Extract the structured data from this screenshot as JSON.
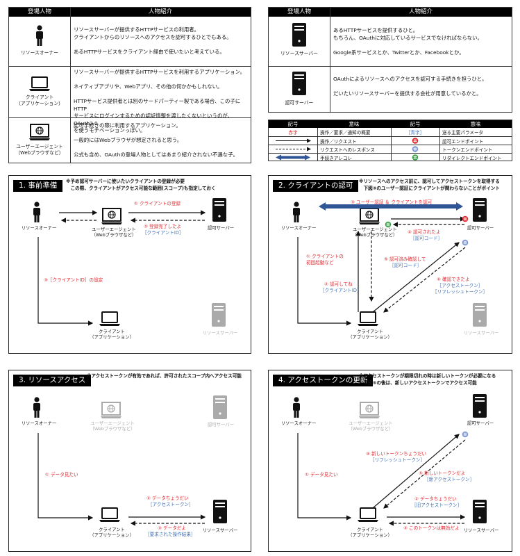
{
  "actors_table": {
    "col_actor": "登場人物",
    "col_intro": "人物紹介",
    "rows": [
      {
        "name": "リソースオーナー",
        "icon": "person-icon",
        "desc": "リソースサーバーが提供するHTTPサービスの利用者。\nクライアントからのリソースへのアクセスを認可するひとでもある。\n\nあるHTTPサービスをクライアント経由で使いたいと考えている。"
      },
      {
        "name": "クライアント\n（アプリケーション）",
        "icon": "laptop-icon",
        "desc": "リソースサーバーが提供するHTTPサービスを利用するアプリケーション。\n\nネイティブアプリや、Webアプリ、その他の何かかもしれない。\n\nHTTPサービス提供者とは別のサードパーティー製である場合、この子にHTTP\nサービスにログインするための認証情報を渡したくないというのが、OAuth2.0\nを使うモチベーションっぽい。"
      },
      {
        "name": "ユーザーエージェント\n（Webブラウザなど）",
        "icon": "browser-icon",
        "desc": "認可手続きの際に利用するアプリケーション。\n\n一般的にはWebブラウザが想定されると思う。\n\n公式も含め、OAuthの登場人物としてはあまり紹介されない不遇な子。"
      }
    ]
  },
  "servers_table": {
    "col_actor": "登場人物",
    "col_intro": "人物紹介",
    "rows": [
      {
        "name": "リソースサーバー",
        "icon": "server-icon",
        "desc": "あるHTTPサービスを提供するひと。\nもちろん、OAuthに対応しているサービスでなければならない。\n\nGoogle系サービスとか、Twitterとか、Facebookとか。"
      },
      {
        "name": "認可サーバー",
        "icon": "server-icon",
        "desc": "OAuthによるリソースへのアクセスを認可する手続きを担うひと。\n\nだいたいリソースサーバーを提供する会社が用意しているかと。"
      }
    ]
  },
  "legend": {
    "h_symbol": "記号",
    "h_meaning": "意味",
    "rows": [
      {
        "left_symbol": "赤字",
        "left_meaning": "操作／要求／通知の概要",
        "right_symbol": "［青字］",
        "right_meaning": "送る主要パラメータ"
      },
      {
        "left_symbol": "solid-arrow",
        "left_meaning": "操作／リクエスト",
        "right_symbol": "red-endpoint-icon",
        "right_meaning": "認可エンドポイント"
      },
      {
        "left_symbol": "dashed-arrow",
        "left_meaning": "リクエストへのレスポンス",
        "right_symbol": "blue-endpoint-icon",
        "right_meaning": "トークンエンドポイント"
      },
      {
        "left_symbol": "double-arrow",
        "left_meaning": "手続きアレコレ",
        "right_symbol": "green-endpoint-icon",
        "right_meaning": "リダイレクトエンドポイント"
      }
    ]
  },
  "labels": {
    "owner": "リソースオーナー",
    "ua": "ユーザーエージェント\n（Webブラウザなど）",
    "client": "クライアント\n（アプリケーション）",
    "auth_server": "認可サーバー",
    "resource_server": "リソースサーバー"
  },
  "panel1": {
    "title": "1. 事前準備",
    "note": "※予め認可サーバーに使いたいクライアントの登録が必要\n　この際、クライアントがアクセス可能な範囲(スコープ)も指定しておく",
    "s1": "① クライアントの登録",
    "s2": "② 登録完了したよ",
    "s2p": "［クライアントID］",
    "s3": "③［クライアントID］の設定"
  },
  "panel2": {
    "title": "2. クライアントの認可",
    "note": "※リソースへのアクセス前に、認可してアクセストークンを取得する\n　下図③のユーザー認証にクライアントが関わらないことがポイント",
    "s1": "① クライアントの\n初回起動など",
    "s2": "② 認可してね",
    "s2p": "［クライアントID］",
    "s3": "③ ユーザー認証 ＆ クライアントを認可",
    "s4": "④ 認可されたよ",
    "s4p": "［認可コード］",
    "s5": "⑤ 認可済み確認して",
    "s5p": "［認可コード］",
    "s6": "⑥ 確認できたよ",
    "s6p": "［アクセストークン］\n［リフレッシュトークン］"
  },
  "panel3": {
    "title": "3. リソースアクセス",
    "note": "※アクセストークンが有効であれば、許可されたスコープ内へアクセス可能",
    "s1": "① データ見たい",
    "s2": "② データちょうだい",
    "s2p": "［アクセストークン］",
    "s3": "③ データだよ",
    "s3p": "［要求された操作結果］"
  },
  "panel4": {
    "title": "4. アクセストークンの更新",
    "note": "※アクセストークンが期限切れの時は新しいトークンが必要になる\n　下図⑤の後は、新しいアクセストークンでアクセス可能",
    "s1": "① データ見たい",
    "s2": "② データちょうだい",
    "s2p": "［旧アクセストークン］",
    "s3": "③ このトークンは無効だよ",
    "s4": "④ 新しいトークンちょうだい",
    "s4p": "［リフレッシュトークン］",
    "s5": "⑤ 新しいトークンだよ",
    "s5p": "［新アクセストークン］"
  },
  "colors": {
    "red": "#e0282e",
    "blue": "#3f6fb6",
    "green": "#3aa04a",
    "grey": "#aaaaaa",
    "dblue": "#2f5597"
  }
}
